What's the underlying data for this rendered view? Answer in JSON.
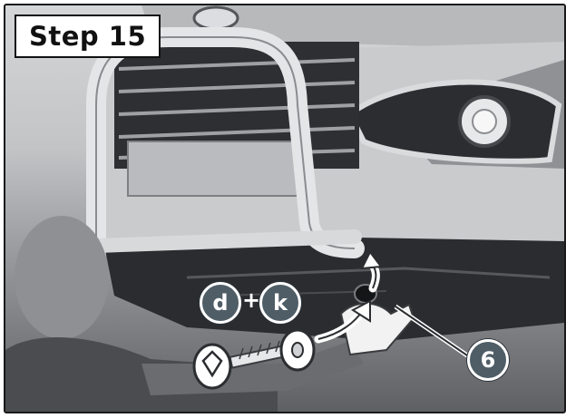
{
  "step": {
    "label": "Step 15"
  },
  "callouts": {
    "bolt": "d",
    "plus": "+",
    "washer": "k",
    "bracket": "6"
  }
}
